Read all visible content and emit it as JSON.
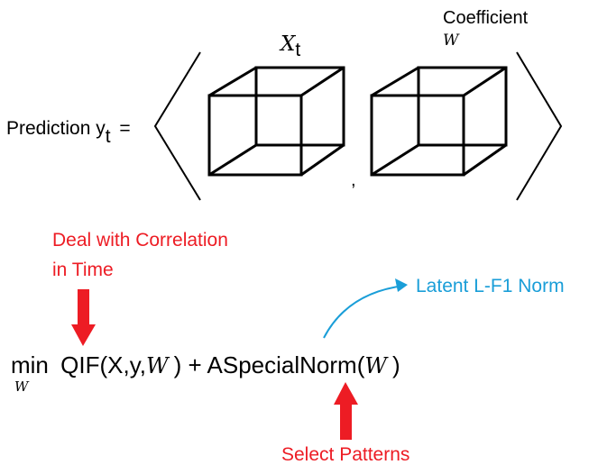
{
  "top": {
    "prediction_label": "Prediction y",
    "prediction_subscript": "t",
    "equals": "=",
    "tensor_x_symbol": "X",
    "tensor_x_subscript": "t",
    "coefficient_label": "Coefficient",
    "coefficient_symbol": "W",
    "comma": ","
  },
  "formula": {
    "min_word": "min",
    "min_subscript": "W",
    "qif_prefix": "QIF(X,y,",
    "qif_w": "W",
    "plus_part": ") + ASpecialNorm(",
    "norm_w": "W",
    "close_paren": ")"
  },
  "annotations": {
    "time_line1": "Deal with Correlation",
    "time_line2": "in Time",
    "latent_norm": "Latent L-F1 Norm",
    "select_patterns": "Select Patterns"
  },
  "colors": {
    "black": "#000000",
    "red": "#ed1c24",
    "blue": "#1a9ed8"
  }
}
